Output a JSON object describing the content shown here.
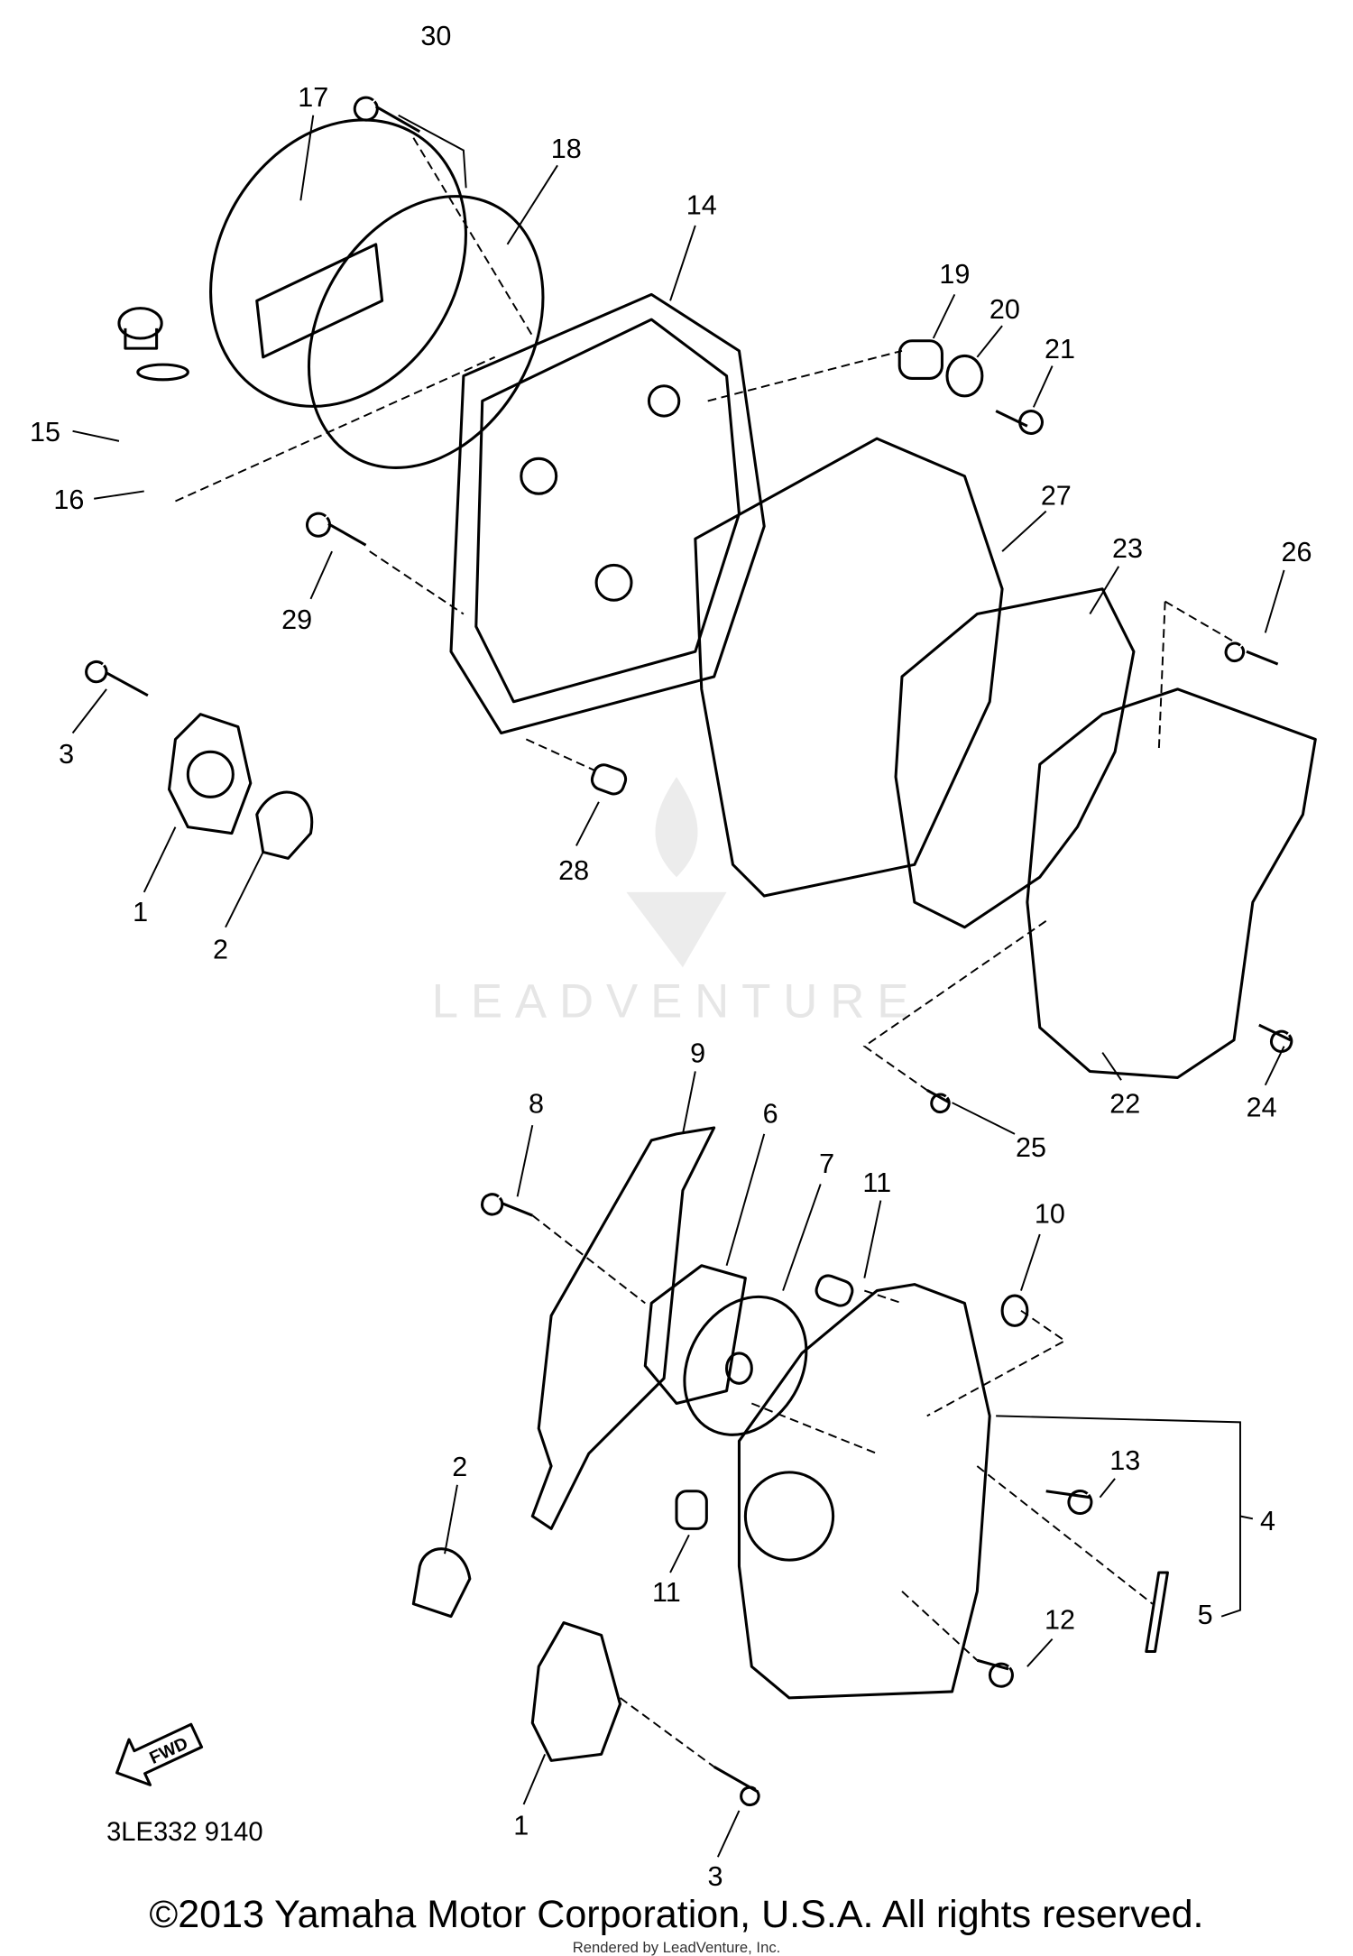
{
  "diagram": {
    "callouts": [
      "30",
      "17",
      "18",
      "14",
      "19",
      "20",
      "21",
      "15",
      "16",
      "27",
      "23",
      "26",
      "29",
      "3",
      "28",
      "1",
      "2",
      "22",
      "24",
      "25",
      "9",
      "8",
      "6",
      "7",
      "11",
      "10",
      "13",
      "4",
      "2",
      "5",
      "12",
      "11",
      "1",
      "3"
    ],
    "fwd_label": "FWD",
    "drawing_code": "3LE332 9140",
    "watermark": "LEADVENTURE",
    "copyright": "©2013 Yamaha Motor Corporation, U.S.A. All rights reserved.",
    "rendered_by": "Rendered by LeadVenture, Inc."
  }
}
